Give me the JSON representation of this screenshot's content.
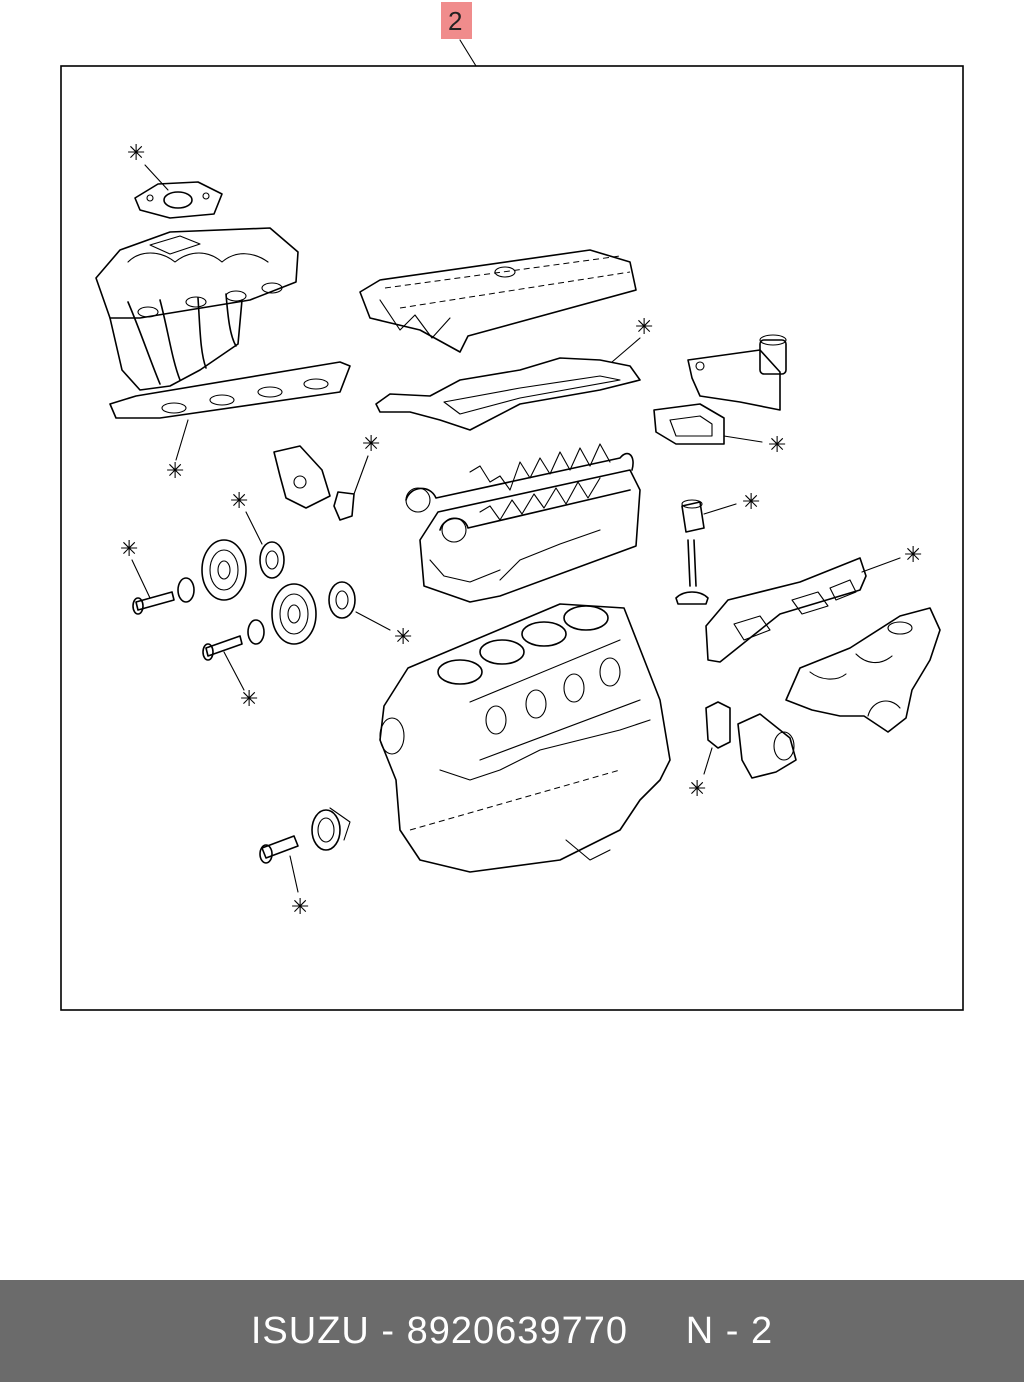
{
  "diagram": {
    "callout_number": "2",
    "kit_marker": "✳"
  },
  "footer": {
    "brand": "ISUZU",
    "separator": " - ",
    "part_number": "8920639770",
    "gap": "     ",
    "page_ref": "N - 2"
  }
}
